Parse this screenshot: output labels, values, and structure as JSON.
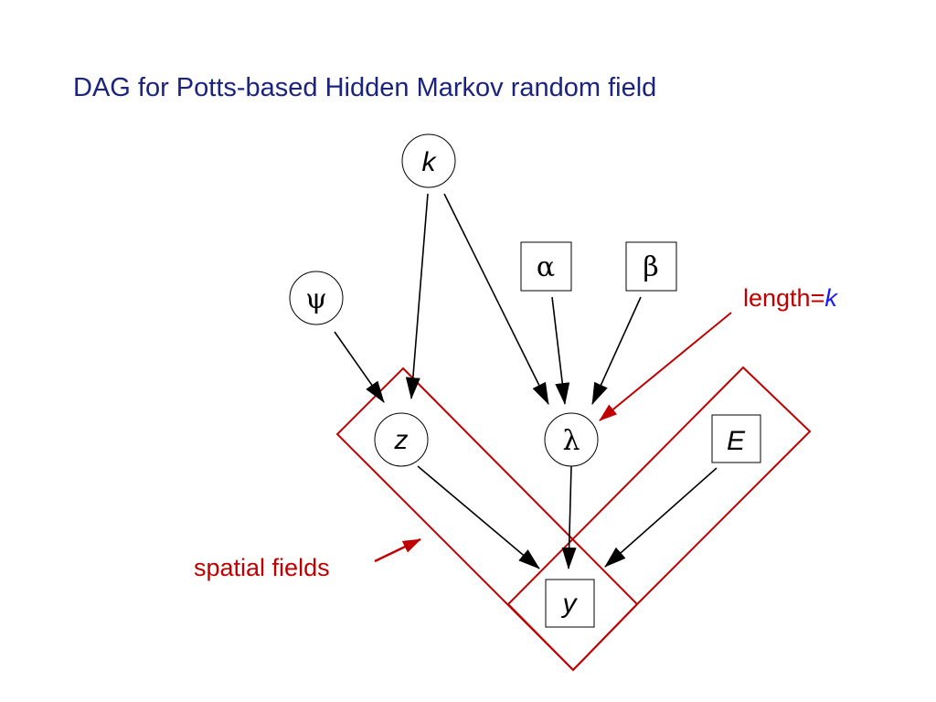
{
  "slide": {
    "title": "DAG for Potts-based Hidden Markov random field"
  },
  "nodes": {
    "k": "k",
    "psi": "ψ",
    "alpha": "α",
    "beta": "β",
    "z": "z",
    "lambda": "λ",
    "E": "E",
    "y": "y"
  },
  "annotations": {
    "length_prefix": "length=",
    "length_var": "k",
    "spatial_fields": "spatial fields"
  },
  "colors": {
    "title": "#1a237e",
    "plate": "#c00000",
    "annotation": "#c00000",
    "length_var": "#1a1aff",
    "edge": "#000000"
  }
}
